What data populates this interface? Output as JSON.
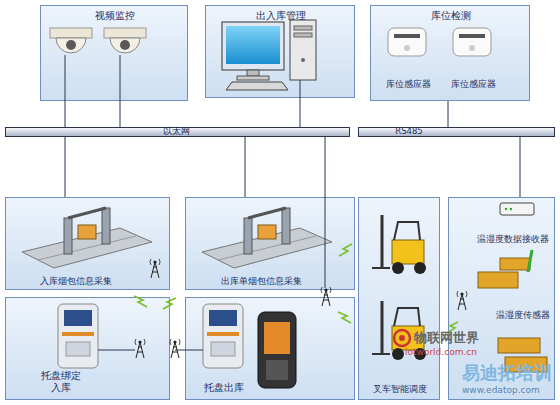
{
  "diagram": {
    "nodes": [
      {
        "text": [
          "视频监控"
        ]
      },
      {
        "text": [
          "出入库管理"
        ]
      },
      {
        "text": [
          "库位检测"
        ]
      },
      {
        "text": [
          "库位感应器"
        ],
        "in": 2
      },
      {
        "text": [
          "库位感应器"
        ],
        "in": 2
      },
      {
        "text": [
          "以太网"
        ]
      },
      {
        "text": [
          "RS485"
        ]
      },
      {
        "text": [
          "入库烟包信息采集"
        ]
      },
      {
        "text": [
          "出库单烟包信息采集"
        ]
      },
      {
        "text": [
          "叉车智能调度"
        ]
      },
      {
        "text": [
          "温湿度数据接收器",
          "温湿度传感器"
        ]
      },
      {
        "text": [
          "托盘绑定 入库"
        ]
      },
      {
        "text": [
          "托盘出库"
        ]
      }
    ],
    "edges": [
      {
        "from": 0,
        "to": 5,
        "arrow": "none"
      },
      {
        "from": 0,
        "to": 5,
        "arrow": "none"
      },
      {
        "from": 1,
        "to": 5,
        "arrow": "none"
      },
      {
        "from": 2,
        "to": 6,
        "arrow": "none"
      },
      {
        "from": 7,
        "to": 5,
        "arrow": "none"
      },
      {
        "from": 8,
        "to": 5,
        "arrow": "none"
      },
      {
        "from": 10,
        "to": 6,
        "arrow": "none"
      }
    ],
    "labels": [
      "物联网世界",
      "iotworld.com.cn",
      "易迪拓培训",
      "www.edatop.com"
    ]
  }
}
